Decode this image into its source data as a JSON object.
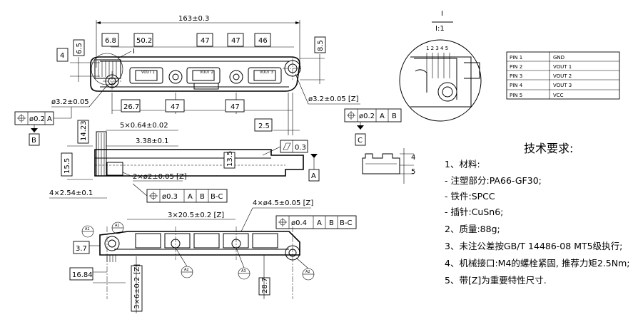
{
  "dims": {
    "overall_length": "163±0.3",
    "d_6_8": "6.8",
    "d_50_2": "50.2",
    "d_47_a": "47",
    "d_47_b": "47",
    "d_46": "46",
    "d_6_5": "6.5",
    "d_4": "4",
    "d_8_5": "8.5",
    "hole_left": "ø3.2±0.05",
    "hole_right": "ø3.2±0.05 [Z]",
    "d_26_7": "26.7",
    "d_47_c": "47",
    "d_47_d": "47",
    "d_2_5": "2.5",
    "d_14_23": "14.23",
    "pin_width": "5×0.64±0.02",
    "d_3_38": "3.38±0.1",
    "d_15_5": "15.5",
    "d_13_5": "13.5",
    "pin_pitch": "4×2.54±0.1",
    "pin_holes": "2×ø2±0.05 [Z]",
    "mount_holes": "4×ø4.5±0.05 [Z]",
    "pitch_20_5": "3×20.5±0.2 [Z]",
    "d_3_7": "3.7",
    "d_16_84": "16.84",
    "pitch_6": "3×6±0.2 [Z]",
    "d_28_7": "28.7",
    "d_4_small": "4",
    "d_5_small": "5"
  },
  "tolerances": {
    "pos_a": {
      "value": "ø0.2",
      "datums": [
        "A"
      ]
    },
    "pos_abc": {
      "value": "ø0.2",
      "datums": [
        "A",
        "B"
      ]
    },
    "flatness": {
      "value": "0.3"
    },
    "pos_pins": {
      "value": "ø0.3",
      "datums": [
        "A",
        "B",
        "B-C"
      ]
    },
    "pos_mount": {
      "value": "ø0.4",
      "datums": [
        "A",
        "B",
        "B-C"
      ]
    }
  },
  "datums": {
    "a": "A",
    "b": "B",
    "c": "C",
    "a2": "A"
  },
  "view_markers": {
    "detail_letter": "I",
    "detail_letter_top": "I",
    "detail_scale": "I:1",
    "circle_labels": [
      "A1",
      "A1",
      "A2",
      "A3",
      "A2"
    ]
  },
  "labels": {
    "vout_l": "VOUT 1",
    "vout_m": "VOUT 2",
    "vout_r": "VOUT 3",
    "detail_pins": "1 2 3 4 5"
  },
  "pin_table": [
    {
      "pin": "PIN 1",
      "signal": "GND"
    },
    {
      "pin": "PIN 2",
      "signal": "VOUT 1"
    },
    {
      "pin": "PIN 3",
      "signal": "VOUT 2"
    },
    {
      "pin": "PIN 4",
      "signal": "VOUT 3"
    },
    {
      "pin": "PIN 5",
      "signal": "VCC"
    }
  ],
  "notes": {
    "title": "技术要求:",
    "lines": [
      "1、材料:",
      "- 注塑部分:PA66-GF30;",
      "- 铁件:SPCC",
      "- 插针:CuSn6;",
      "2、质量:88g;",
      "3、未注公差按GB/T 14486-08 MT5级执行;",
      "4、机械接口:M4的螺栓紧固, 推荐力矩2.5Nm;",
      "5、带[Z]为重要特性尺寸."
    ]
  }
}
